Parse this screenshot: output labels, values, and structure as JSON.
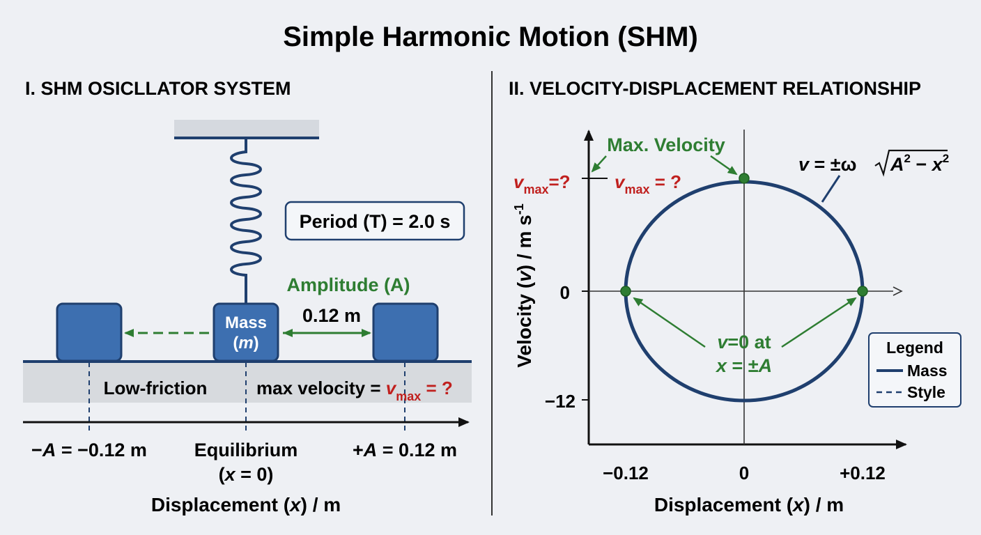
{
  "title": "Simple Harmonic Motion (SHM)",
  "left_panel": {
    "heading": "I. SHM OSICLLATOR SYSTEM",
    "period_label": "Period (T) = 2.0 s",
    "amplitude_label": "Amplitude (A)",
    "amplitude_value": "0.12 m",
    "mass_label": "Mass",
    "mass_symbol": "m",
    "surface_label": "Low-friction",
    "max_velocity_label": "max velocity = ",
    "v_symbol": "v",
    "max_sub": "max",
    "equals_q": " = ?",
    "neg_A_italic": "A",
    "neg_A_value": " = −0.12 m",
    "pos_A_italic": "A",
    "pos_A_value": " = 0.12 m",
    "equilibrium_label": "Equilibrium",
    "equilibrium_x": "x",
    "equilibrium_eq": " = 0)",
    "x_axis_prefix": "Displacement (",
    "x_axis_var": "x",
    "x_axis_suffix": ") / m"
  },
  "right_panel": {
    "heading": "II. VELOCITY-DISPLACEMENT RELATIONSHIP",
    "max_velocity_callout": "Max. Velocity",
    "vmax_left_suffix": "=?",
    "vmax_right_suffix": " = ?",
    "formula_lhs": "v",
    "formula_mid": " = ±ω",
    "formula_rad_A": "A",
    "formula_rad_minus": " − ",
    "formula_rad_x": "x",
    "formula_exp": "2",
    "zero_callout_line1_var": "v",
    "zero_callout_line1_text": "=0 at",
    "zero_callout_line2_var": "x",
    "zero_callout_line2_text": " = ±",
    "zero_callout_line2_A": "A",
    "y_axis_prefix": "Velocity (",
    "y_axis_var": "v",
    "y_axis_suffix": ") / m s",
    "y_axis_exp": "-1",
    "legend_title": "Legend",
    "legend_items": [
      "Mass",
      "Style"
    ]
  },
  "chart_data": {
    "type": "scatter",
    "xlabel": "Displacement (x) / m",
    "ylabel": "Velocity (v) / m s-1",
    "x_ticks": [
      "-0.12",
      "0",
      "+0.12"
    ],
    "y_ticks": [
      "0",
      "-12"
    ],
    "points": [
      {
        "x": -0.12,
        "y": 0
      },
      {
        "x": 0.12,
        "y": 0
      },
      {
        "x": 0,
        "y": 12
      }
    ]
  },
  "colors": {
    "accent_blue": "#1f3f6e",
    "block_blue": "#3d6fb0",
    "green": "#2e7d32",
    "red": "#c0201e"
  }
}
